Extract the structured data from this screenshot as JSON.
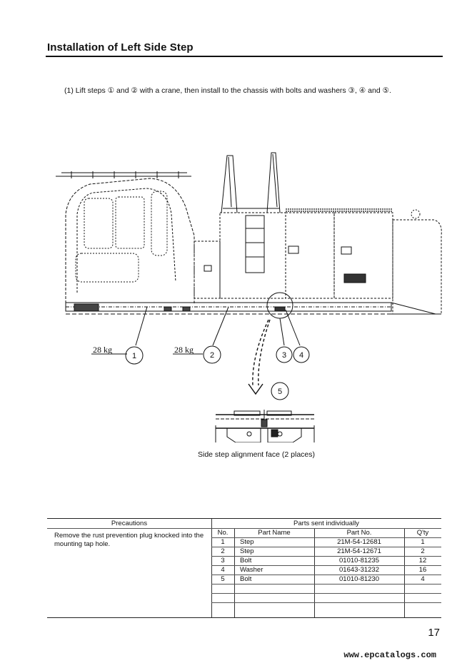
{
  "page": {
    "title": "Installation of Left Side Step",
    "instruction": "(1)  Lift steps ① and ② with a crane, then install to the chassis with bolts and washers ③, ④ and ⑤.",
    "caption": "Side step alignment face (2 places)",
    "page_number": "17",
    "watermark": "www.epcatalogs.com"
  },
  "drawing": {
    "weight_label_1": "28 kg",
    "weight_label_2": "28 kg",
    "callouts": [
      "1",
      "2",
      "3",
      "4",
      "5"
    ]
  },
  "precautions": {
    "header": "Precautions",
    "text": "Remove the rust prevention plug knocked into the mounting tap hole."
  },
  "parts": {
    "header": "Parts sent individually",
    "columns": [
      "No.",
      "Part Name",
      "Part No.",
      "Q'ty"
    ],
    "rows": [
      {
        "no": "1",
        "name": "Step",
        "part_no": "21M-54-12681",
        "qty": "1"
      },
      {
        "no": "2",
        "name": "Step",
        "part_no": "21M-54-12671",
        "qty": "2"
      },
      {
        "no": "3",
        "name": "Bolt",
        "part_no": "01010-81235",
        "qty": "12"
      },
      {
        "no": "4",
        "name": "Washer",
        "part_no": "01643-31232",
        "qty": "16"
      },
      {
        "no": "5",
        "name": "Bolt",
        "part_no": "01010-81230",
        "qty": "4"
      }
    ]
  }
}
